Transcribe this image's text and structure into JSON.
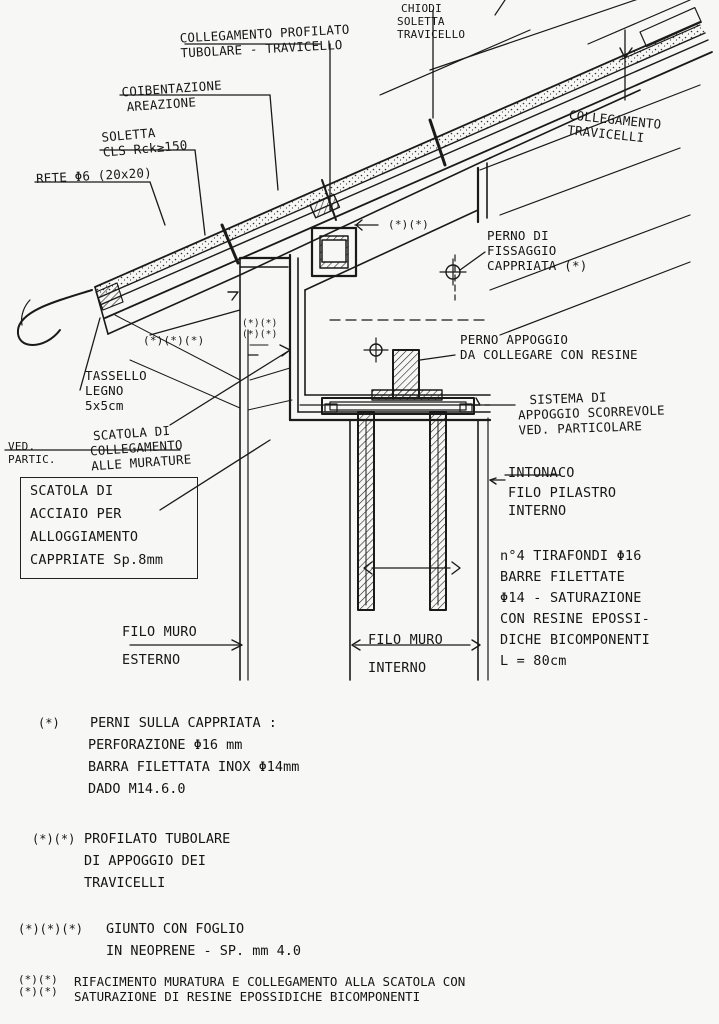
{
  "labels": {
    "collegamento_profilato": [
      "COLLEGAMENTO PROFILATO",
      "TUBOLARE - TRAVICELLO"
    ],
    "chiodi": [
      "CHIODI",
      "SOLETTA",
      "TRAVICELLO"
    ],
    "coibentazione": [
      "COIBENTAZIONE",
      "AREAZIONE"
    ],
    "soletta": [
      "SOLETTA",
      "CLS Rck≥150"
    ],
    "rete": "RETE Φ6 (20x20)",
    "collegamento_travicelli": [
      "COLLEGAMENTO",
      "TRAVICELLI"
    ],
    "marker_double": "(*)(*)",
    "perno_fissaggio": [
      "PERNO DI",
      "FISSAGGIO",
      "CAPPRIATA (*)"
    ],
    "perno_appoggio": [
      "PERNO APPOGGIO",
      "DA COLLEGARE CON RESINE"
    ],
    "marker_triple": "(*)(*)(*)",
    "marker_quad": "(*)(*)\n(*)(*)",
    "tassello": [
      "TASSELLO",
      "LEGNO",
      "5x5cm"
    ],
    "scatola_collegamento": [
      "SCATOLA DI",
      "COLLEGAMENTO",
      "ALLE MURATURE"
    ],
    "ved_partic": [
      "VED.",
      "PARTIC."
    ],
    "sistema_appoggio": [
      "SISTEMA DI",
      "APPOGGIO SCORREVOLE",
      "VED. PARTICOLARE"
    ],
    "scatola_acciaio": [
      "SCATOLA DI",
      "ACCIAIO PER",
      "ALLOGGIAMENTO",
      "CAPPRIATE Sp.8mm"
    ],
    "intonaco": "INTONACO",
    "filo_pilastro": [
      "FILO PILASTRO",
      "INTERNO"
    ],
    "tirafondi": [
      "n°4 TIRAFONDI Φ16",
      "BARRE FILETTATE",
      "Φ14 - SATURAZIONE",
      "CON RESINE EPOSSI-",
      "DICHE BICOMPONENTI",
      "L = 80cm"
    ],
    "filo_muro_esterno": [
      "FILO MURO",
      "ESTERNO"
    ],
    "filo_muro_interno": [
      "FILO MURO",
      "INTERNO"
    ]
  },
  "notes": [
    {
      "marker": "(*)",
      "lines": [
        "PERNI SULLA CAPPRIATA :",
        "PERFORAZIONE Φ16 mm",
        "BARRA FILETTATA INOX Φ14mm",
        "DADO M14.6.0"
      ]
    },
    {
      "marker": "(*)(*)",
      "lines": [
        "PROFILATO TUBOLARE",
        "DI APPOGGIO DEI",
        "TRAVICELLI"
      ]
    },
    {
      "marker": "(*)(*)(*)",
      "lines": [
        "GIUNTO CON FOGLIO",
        "IN NEOPRENE - SP. mm 4.0"
      ]
    },
    {
      "marker": "(*)(*)\n(*)(*)",
      "lines": [
        "RIFACIMENTO MURATURA E COLLEGAMENTO ALLA SCATOLA CON",
        "SATURAZIONE DI RESINE EPOSSIDICHE BICOMPONENTI"
      ]
    }
  ],
  "colors": {
    "ink": "#1a1a1a",
    "paper": "#f7f7f5",
    "hatch": "#333333"
  }
}
